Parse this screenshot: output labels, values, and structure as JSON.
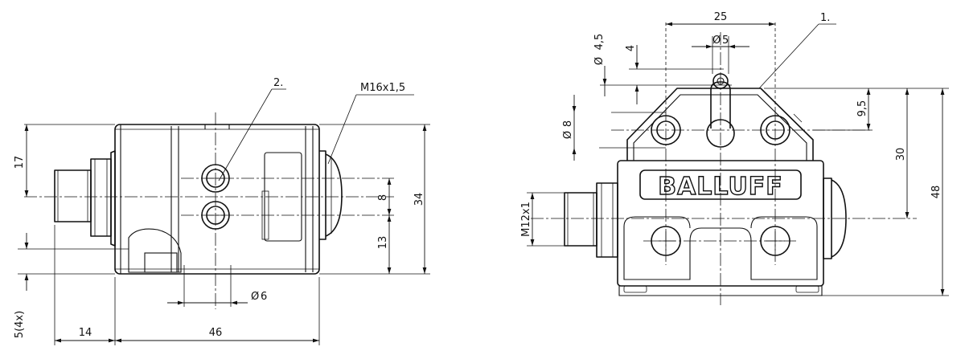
{
  "brand": {
    "logo_text": "BALLUFF"
  },
  "labels": {
    "callout_1": "1.",
    "callout_2": "2.",
    "thread_main": "M16x1,5",
    "thread_side": "M12x1"
  },
  "dimensions_left": {
    "d_17": "17",
    "d_34": "34",
    "d_8": "8",
    "d_13": "13",
    "d_6": "6",
    "d_5x4": "5(4x)",
    "d_14": "14",
    "d_46": "46"
  },
  "dimensions_right": {
    "d_25": "25",
    "d_5": "5",
    "d_4_5": "4,5",
    "d_4": "4",
    "d_9_5": "9,5",
    "d_8": "8",
    "d_30": "30",
    "d_48": "48"
  },
  "symbols": {
    "diameter": "Ø"
  }
}
